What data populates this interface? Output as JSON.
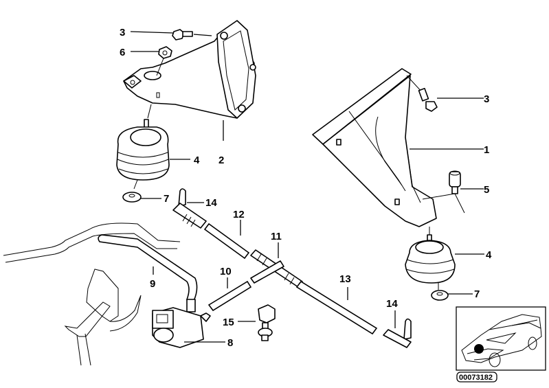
{
  "diagram": {
    "title": "Engine mount / vacuum line exploded view",
    "image_id": "00073182",
    "callouts": [
      {
        "part": "1",
        "name": "engine-support-bracket-right"
      },
      {
        "part": "2",
        "name": "engine-support-bracket-left"
      },
      {
        "part": "3",
        "name": "hex-bolt"
      },
      {
        "part": "3",
        "name": "hex-bolt"
      },
      {
        "part": "4",
        "name": "engine-mount"
      },
      {
        "part": "4",
        "name": "engine-mount"
      },
      {
        "part": "5",
        "name": "stop-buffer"
      },
      {
        "part": "6",
        "name": "hex-nut"
      },
      {
        "part": "7",
        "name": "washer"
      },
      {
        "part": "7",
        "name": "washer"
      },
      {
        "part": "8",
        "name": "solenoid-valve"
      },
      {
        "part": "9",
        "name": "vacuum-hose"
      },
      {
        "part": "10",
        "name": "hose"
      },
      {
        "part": "11",
        "name": "t-piece"
      },
      {
        "part": "12",
        "name": "hose"
      },
      {
        "part": "13",
        "name": "hose"
      },
      {
        "part": "14",
        "name": "elbow-connector"
      },
      {
        "part": "14",
        "name": "elbow-connector"
      },
      {
        "part": "15",
        "name": "clip"
      }
    ]
  }
}
